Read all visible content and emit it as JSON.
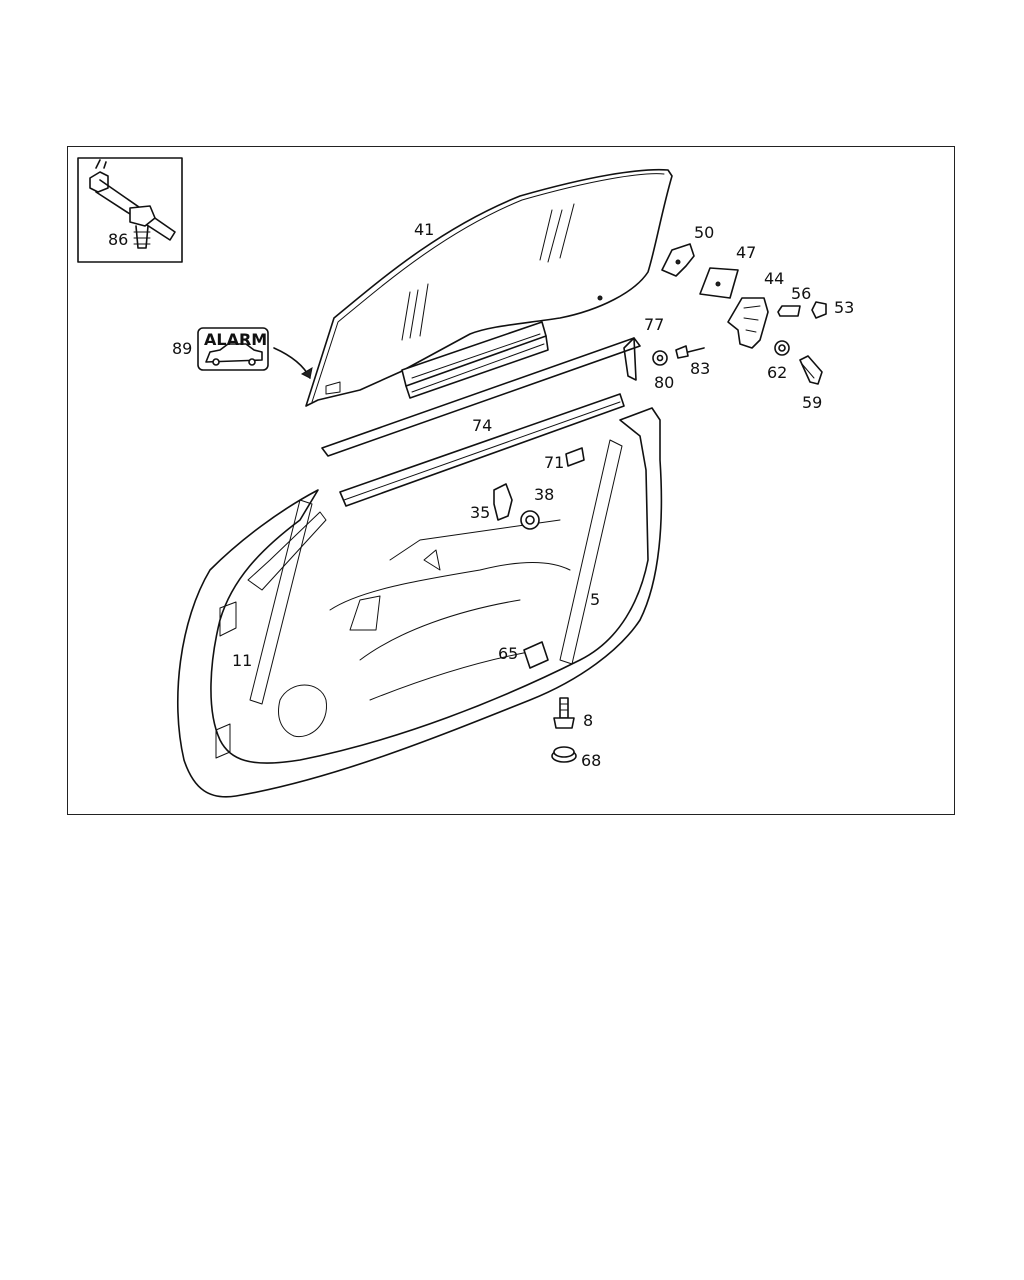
{
  "diagram": {
    "badge_text": "ALARM",
    "labels": {
      "p86": "86",
      "p41": "41",
      "p50": "50",
      "p47": "47",
      "p44": "44",
      "p56": "56",
      "p53": "53",
      "p77": "77",
      "p89": "89",
      "p80": "80",
      "p83": "83",
      "p62": "62",
      "p59": "59",
      "p74": "74",
      "p71": "71",
      "p38": "38",
      "p35": "35",
      "p5": "5",
      "p11": "11",
      "p65": "65",
      "p8": "8",
      "p68": "68"
    }
  }
}
